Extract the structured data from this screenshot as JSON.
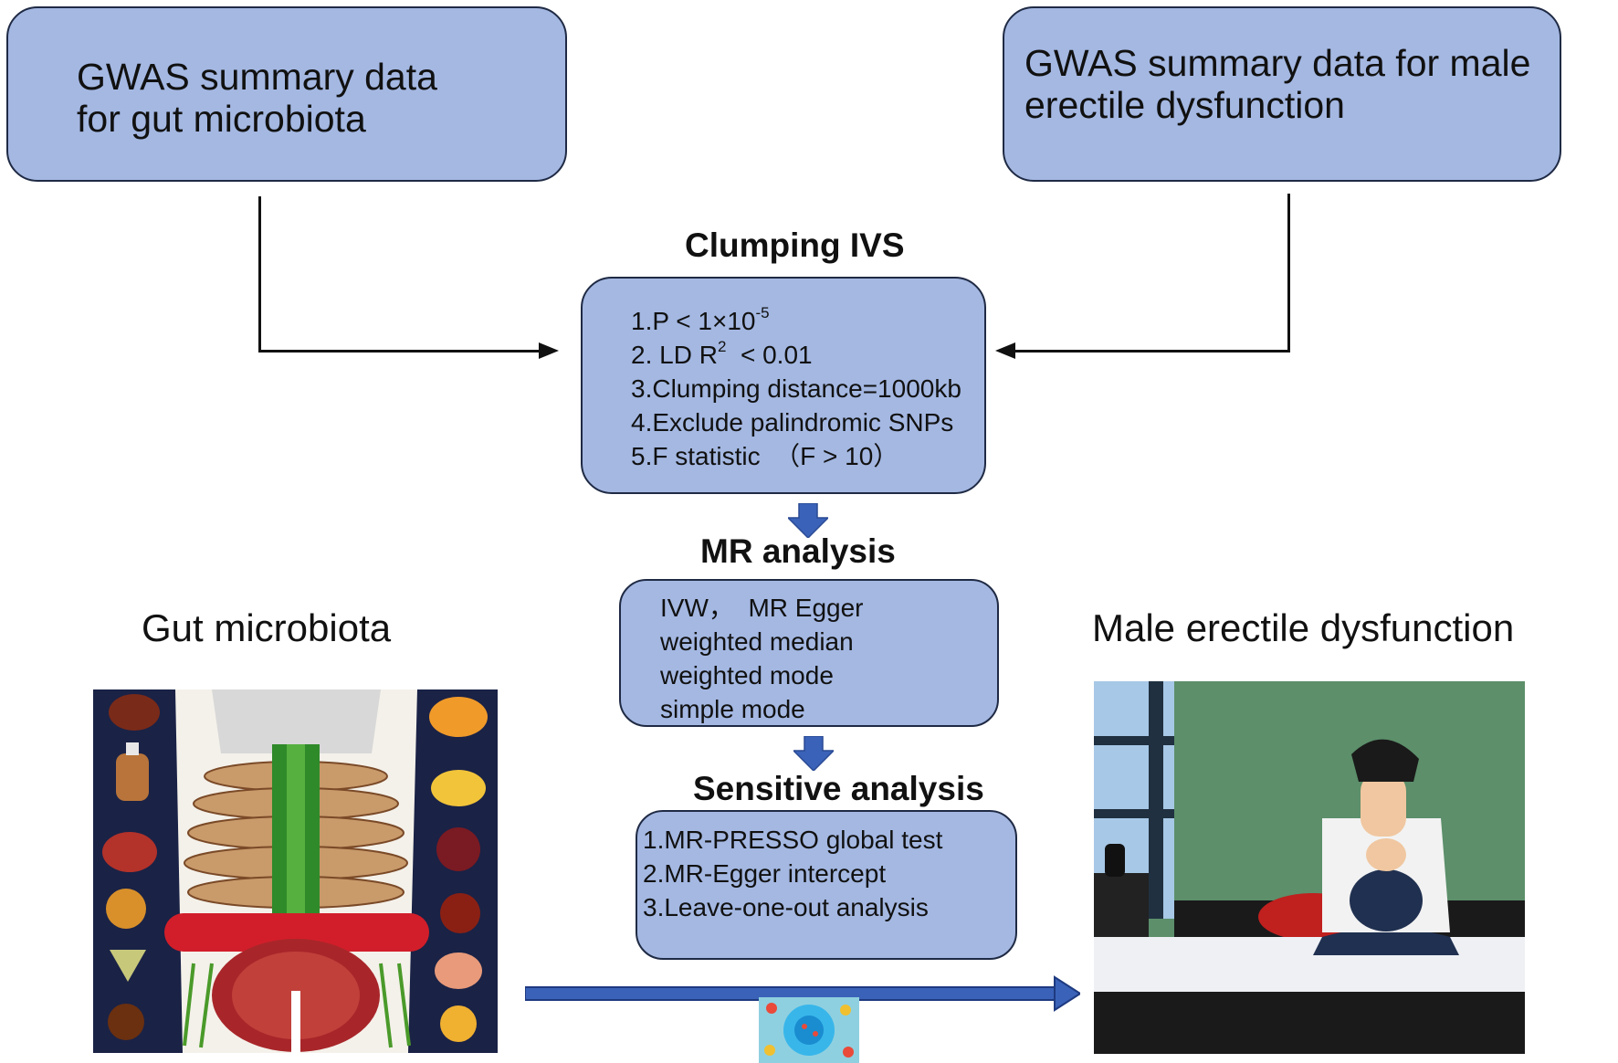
{
  "boxes": {
    "gut_gwas": {
      "lines": [
        "GWAS summary data",
        "for gut microbiota"
      ]
    },
    "ed_gwas": {
      "lines": [
        "GWAS summary data for male",
        "erectile dysfunction"
      ]
    }
  },
  "clumping": {
    "title": "Clumping IVS",
    "items": {
      "p": {
        "prefix": "1.P < 1×10",
        "sup": "-5"
      },
      "ld": {
        "prefix": "2. LD R",
        "sup": "2",
        "suffix": "  < 0.01"
      },
      "distance": "3.Clumping distance=1000kb",
      "palindromic": "4.Exclude palindromic SNPs",
      "fstat": "5.F statistic  （F > 10）"
    }
  },
  "mr_analysis": {
    "title": "MR analysis",
    "methods": [
      "IVW，  MR Egger",
      "weighted median",
      "weighted mode",
      "simple mode"
    ]
  },
  "sensitive_analysis": {
    "title": "Sensitive analysis",
    "items": [
      "1.MR-PRESSO global test",
      "2.MR-Egger intercept",
      "3.Leave-one-out analysis"
    ]
  },
  "labels": {
    "exposure": "Gut microbiota",
    "outcome": "Male erectile dysfunction"
  },
  "colors": {
    "box_fill": "#a4b8e2",
    "box_border": "#1f2a44",
    "arrow_blue": "#3a62b8"
  },
  "icons": [
    "down-arrow-icon",
    "right-arrow-icon",
    "microbe-icon"
  ]
}
